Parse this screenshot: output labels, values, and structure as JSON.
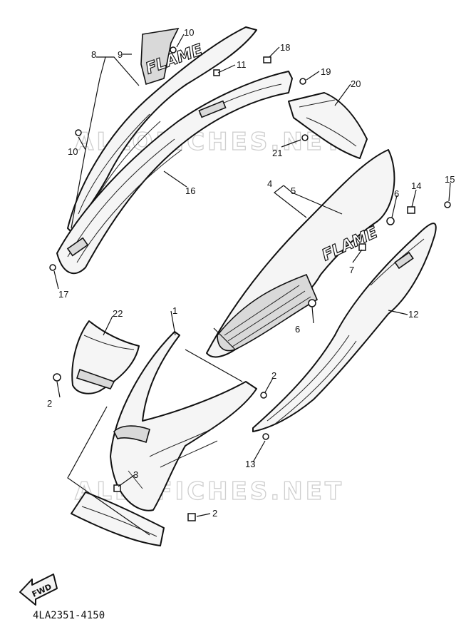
{
  "diagram": {
    "code": "4LA2351-4150",
    "watermark": "ALLOFICHES.NET",
    "fwd_label": "FWD",
    "emblem_text": "FLAME",
    "callouts": [
      {
        "id": "c1",
        "text": "1"
      },
      {
        "id": "c2a",
        "text": "2"
      },
      {
        "id": "c2b",
        "text": "2"
      },
      {
        "id": "c2c",
        "text": "2"
      },
      {
        "id": "c3",
        "text": "3"
      },
      {
        "id": "c4",
        "text": "4"
      },
      {
        "id": "c5",
        "text": "5"
      },
      {
        "id": "c6a",
        "text": "6"
      },
      {
        "id": "c6b",
        "text": "6"
      },
      {
        "id": "c7",
        "text": "7"
      },
      {
        "id": "c8",
        "text": "8"
      },
      {
        "id": "c9",
        "text": "9"
      },
      {
        "id": "c10a",
        "text": "10"
      },
      {
        "id": "c10b",
        "text": "10"
      },
      {
        "id": "c11",
        "text": "11"
      },
      {
        "id": "c12",
        "text": "12"
      },
      {
        "id": "c13",
        "text": "13"
      },
      {
        "id": "c14",
        "text": "14"
      },
      {
        "id": "c15",
        "text": "15"
      },
      {
        "id": "c16",
        "text": "16"
      },
      {
        "id": "c17",
        "text": "17"
      },
      {
        "id": "c18",
        "text": "18"
      },
      {
        "id": "c19",
        "text": "19"
      },
      {
        "id": "c20",
        "text": "20"
      },
      {
        "id": "c21",
        "text": "21"
      },
      {
        "id": "c22",
        "text": "22"
      }
    ]
  }
}
